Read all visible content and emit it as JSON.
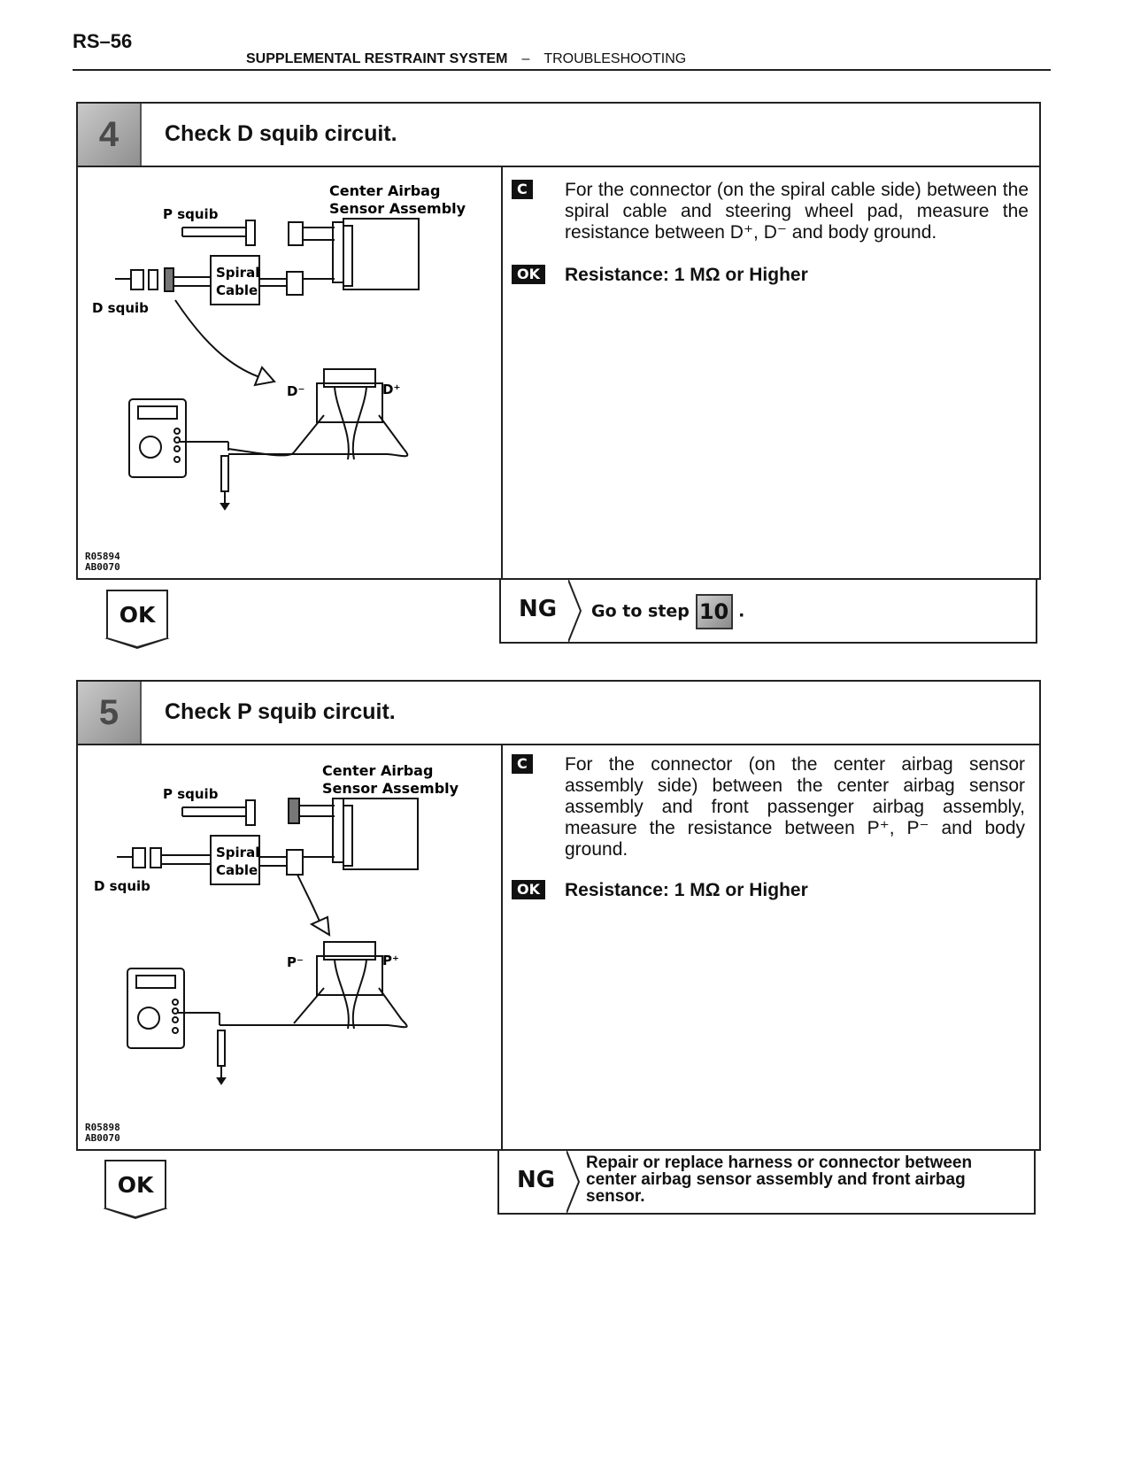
{
  "header": {
    "page_number": "RS–56",
    "system": "SUPPLEMENTAL RESTRAINT SYSTEM",
    "dash": "–",
    "section": "TROUBLESHOOTING"
  },
  "steps": [
    {
      "number": "4",
      "title": "Check D squib circuit.",
      "figure": {
        "label_center": "Center Airbag",
        "label_sensor": "Sensor Assembly",
        "label_p_squib": "P squib",
        "label_d_squib": "D squib",
        "label_spiral": "Spiral",
        "label_cable": "Cable",
        "label_minus": "D⁻",
        "label_plus": "D⁺",
        "code_1": "R05894",
        "code_2": "AB0070"
      },
      "condition_tag": "C",
      "condition_text": "For the connector (on the spiral cable side) between the spiral cable and steering wheel pad, measure the resistance between D⁺, D⁻ and body ground.",
      "ok_tag": "OK",
      "ok_text": "Resistance:  1 MΩ or Higher",
      "ok_box": "OK",
      "ng_label": "NG",
      "ng_text": "Go to step",
      "ng_step_ref": "10",
      "ng_period": "."
    },
    {
      "number": "5",
      "title": "Check P squib circuit.",
      "figure": {
        "label_center": "Center Airbag",
        "label_sensor": "Sensor Assembly",
        "label_p_squib": "P squib",
        "label_d_squib": "D squib",
        "label_spiral": "Spiral",
        "label_cable": "Cable",
        "label_minus": "P⁻",
        "label_plus": "P⁺",
        "code_1": "R05898",
        "code_2": "AB0070"
      },
      "condition_tag": "C",
      "condition_text": "For the connector (on the center airbag sensor assembly side) between the center airbag sensor assembly and front passenger airbag assembly, measure the resistance between P⁺, P⁻ and body ground.",
      "ok_tag": "OK",
      "ok_text": "Resistance:  1 MΩ or Higher",
      "ok_box": "OK",
      "ng_label": "NG",
      "ng_text": "Repair or replace harness or connector between center airbag sensor assembly and front airbag sensor."
    }
  ]
}
